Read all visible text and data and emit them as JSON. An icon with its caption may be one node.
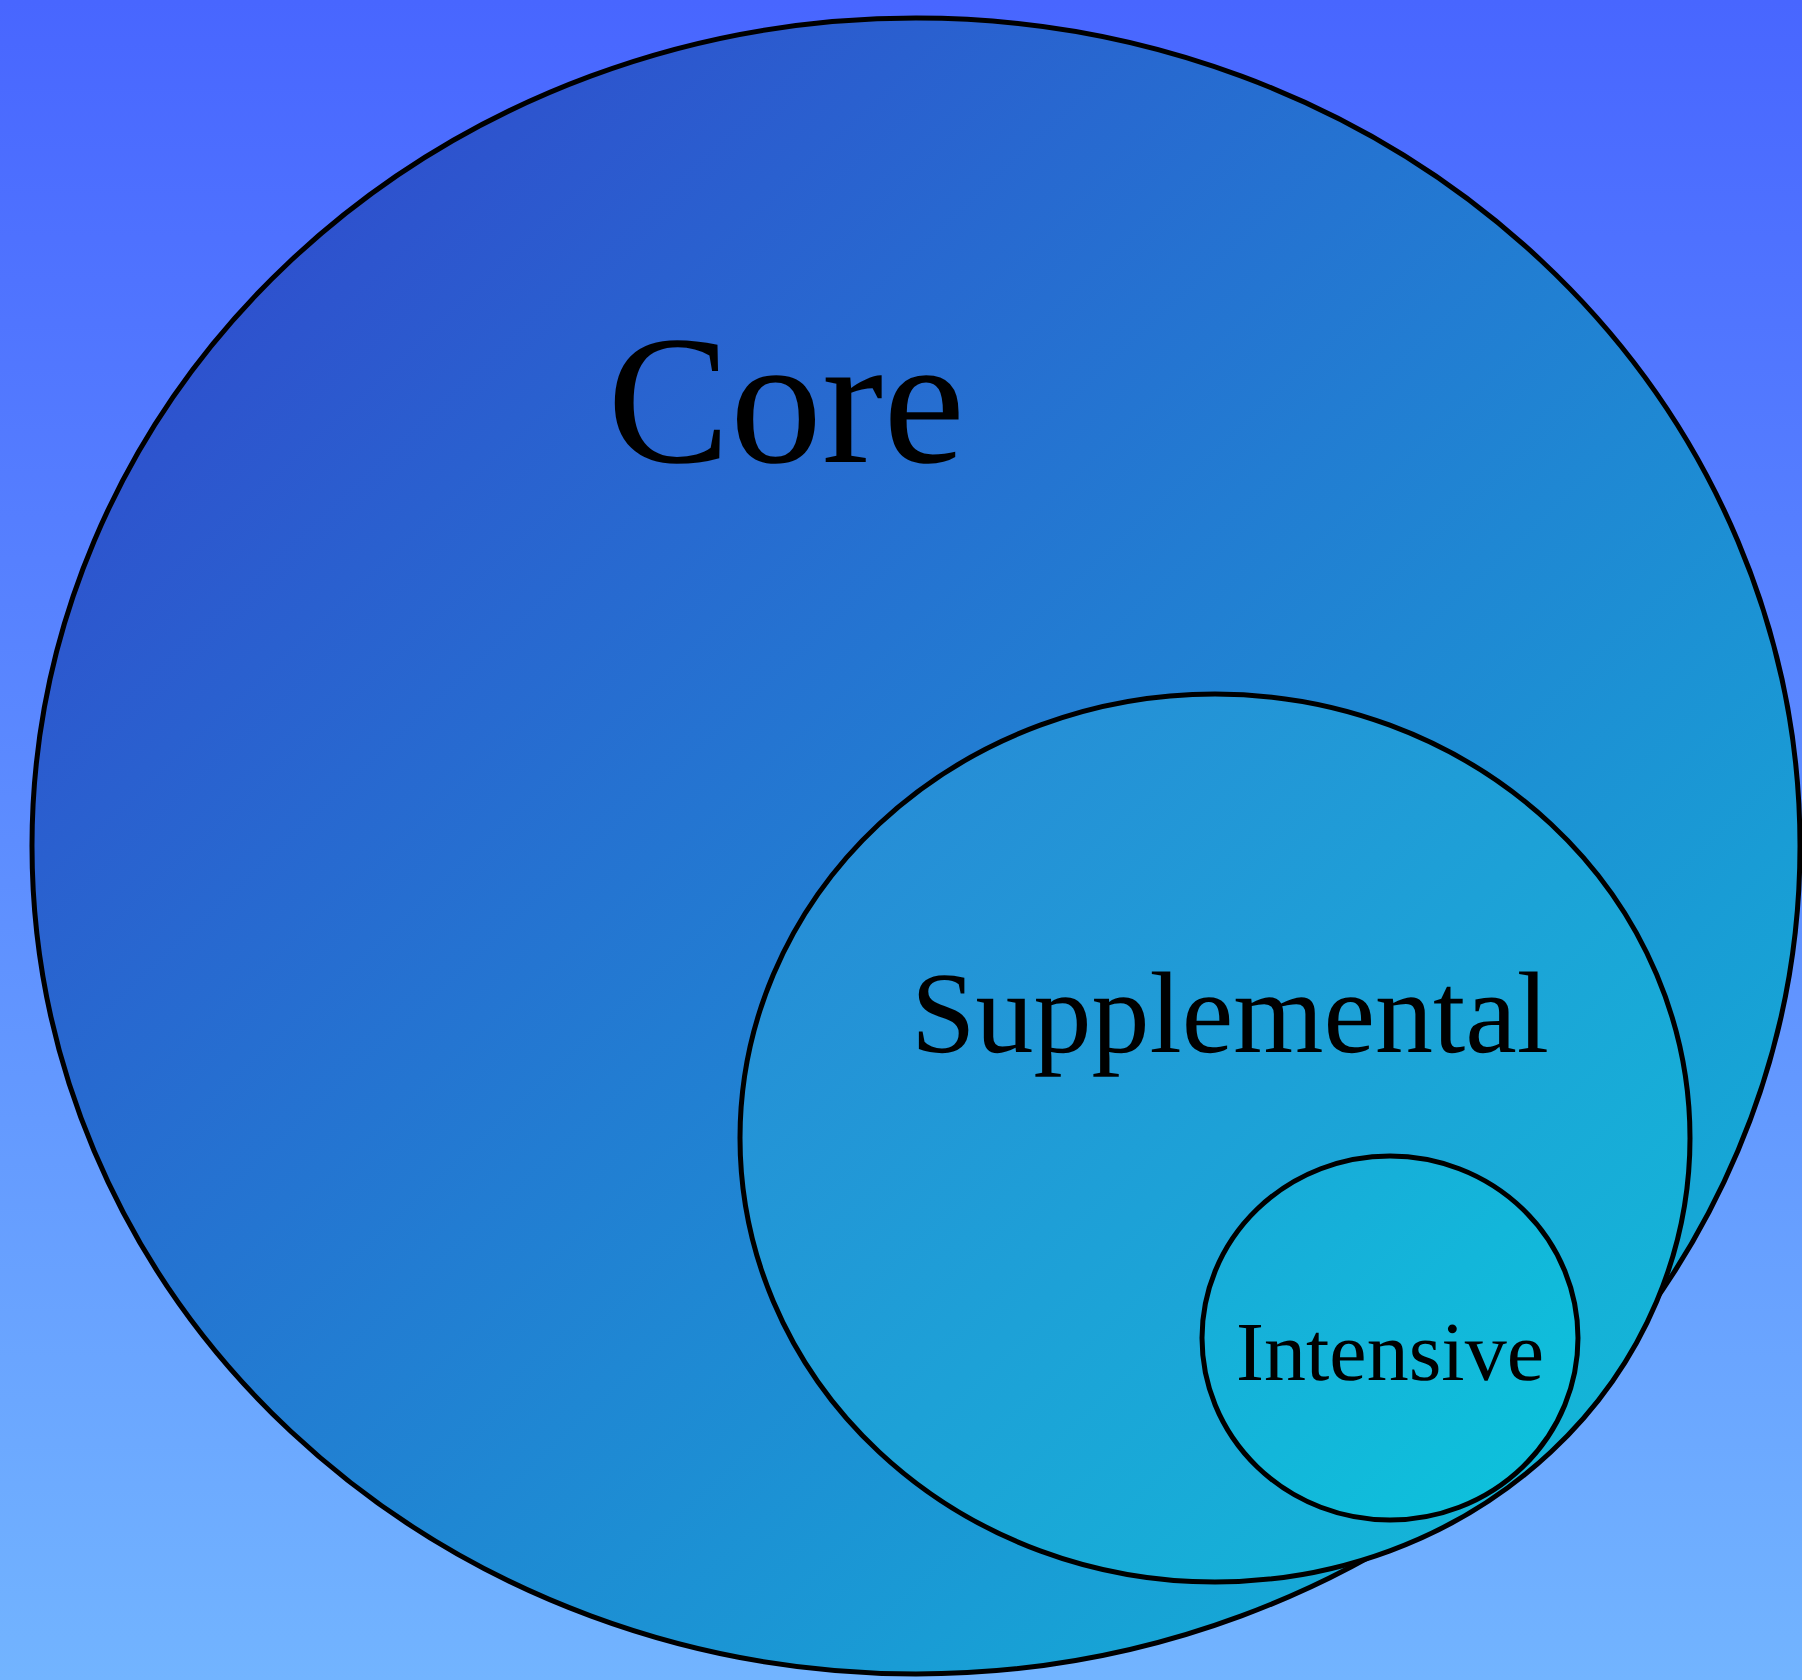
{
  "diagram": {
    "nodes": [
      {
        "text": [
          "Core"
        ]
      },
      {
        "text": [
          "Supplemental"
        ],
        "in": 0
      },
      {
        "text": [
          "Intensive"
        ],
        "in": 1
      }
    ]
  }
}
